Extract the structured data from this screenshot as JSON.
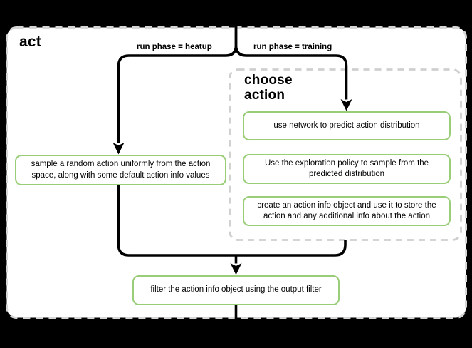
{
  "diagram": {
    "container_label": "act",
    "group_label": "choose action",
    "branches": [
      {
        "label": "run phase = heatup"
      },
      {
        "label": "run phase = training"
      }
    ],
    "nodes": [
      {
        "id": "sample-random-action",
        "text": "sample a random action uniformly from the action space, along with some default action info values"
      },
      {
        "id": "use-network",
        "text": "use network to predict action distribution"
      },
      {
        "id": "exploration-policy",
        "text": "Use the exploration policy to sample from the predicted distribution"
      },
      {
        "id": "create-action-info",
        "text": "create an action info object and use it to store the action and any additional info about the action"
      },
      {
        "id": "filter-action-info",
        "text": "filter the action info object using the output filter"
      }
    ],
    "colors": {
      "background": "#000000",
      "canvas_fill": "#ffffff",
      "canvas_border": "#d6d6d6",
      "group_border": "#cfcfcf",
      "node_border": "#9acd78",
      "node_fill": "#ffffff",
      "arrow": "#000000",
      "text": "#000000"
    }
  }
}
